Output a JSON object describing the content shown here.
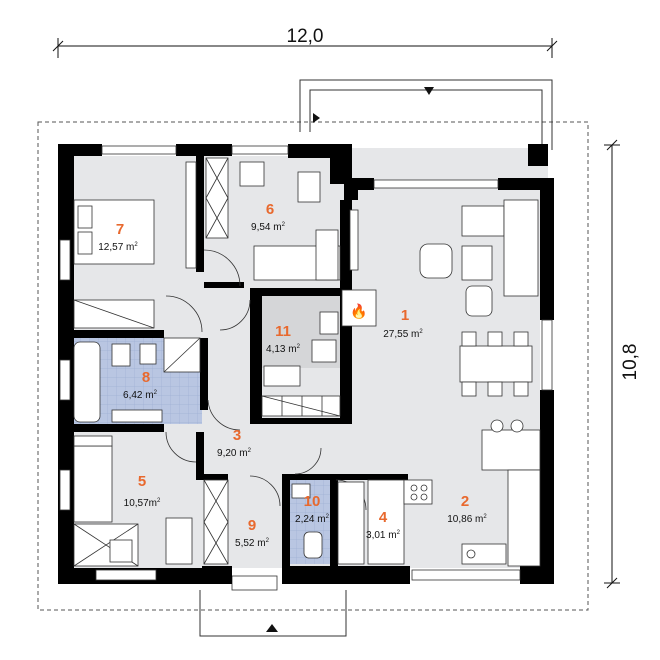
{
  "dimensions": {
    "width_label": "12,0",
    "height_label": "10,8"
  },
  "rooms": [
    {
      "num": "1",
      "area": "27,55 m",
      "sup": "2"
    },
    {
      "num": "2",
      "area": "10,86 m",
      "sup": "2"
    },
    {
      "num": "3",
      "area": "9,20 m",
      "sup": "2"
    },
    {
      "num": "4",
      "area": "3,01 m",
      "sup": "2"
    },
    {
      "num": "5",
      "area": "10,57m",
      "sup": "2"
    },
    {
      "num": "6",
      "area": "9,54 m",
      "sup": "2"
    },
    {
      "num": "7",
      "area": "12,57 m",
      "sup": "2"
    },
    {
      "num": "8",
      "area": "6,42 m",
      "sup": "2"
    },
    {
      "num": "9",
      "area": "5,52 m",
      "sup": "2"
    },
    {
      "num": "10",
      "area": "2,24 m",
      "sup": "2"
    },
    {
      "num": "11",
      "area": "4,13 m",
      "sup": "2"
    }
  ],
  "colors": {
    "wall": "#000000",
    "floor": "#e6e7e9",
    "bath_floor": "#bcc9e4",
    "label": "#e8692e",
    "dim_line": "#111111"
  }
}
